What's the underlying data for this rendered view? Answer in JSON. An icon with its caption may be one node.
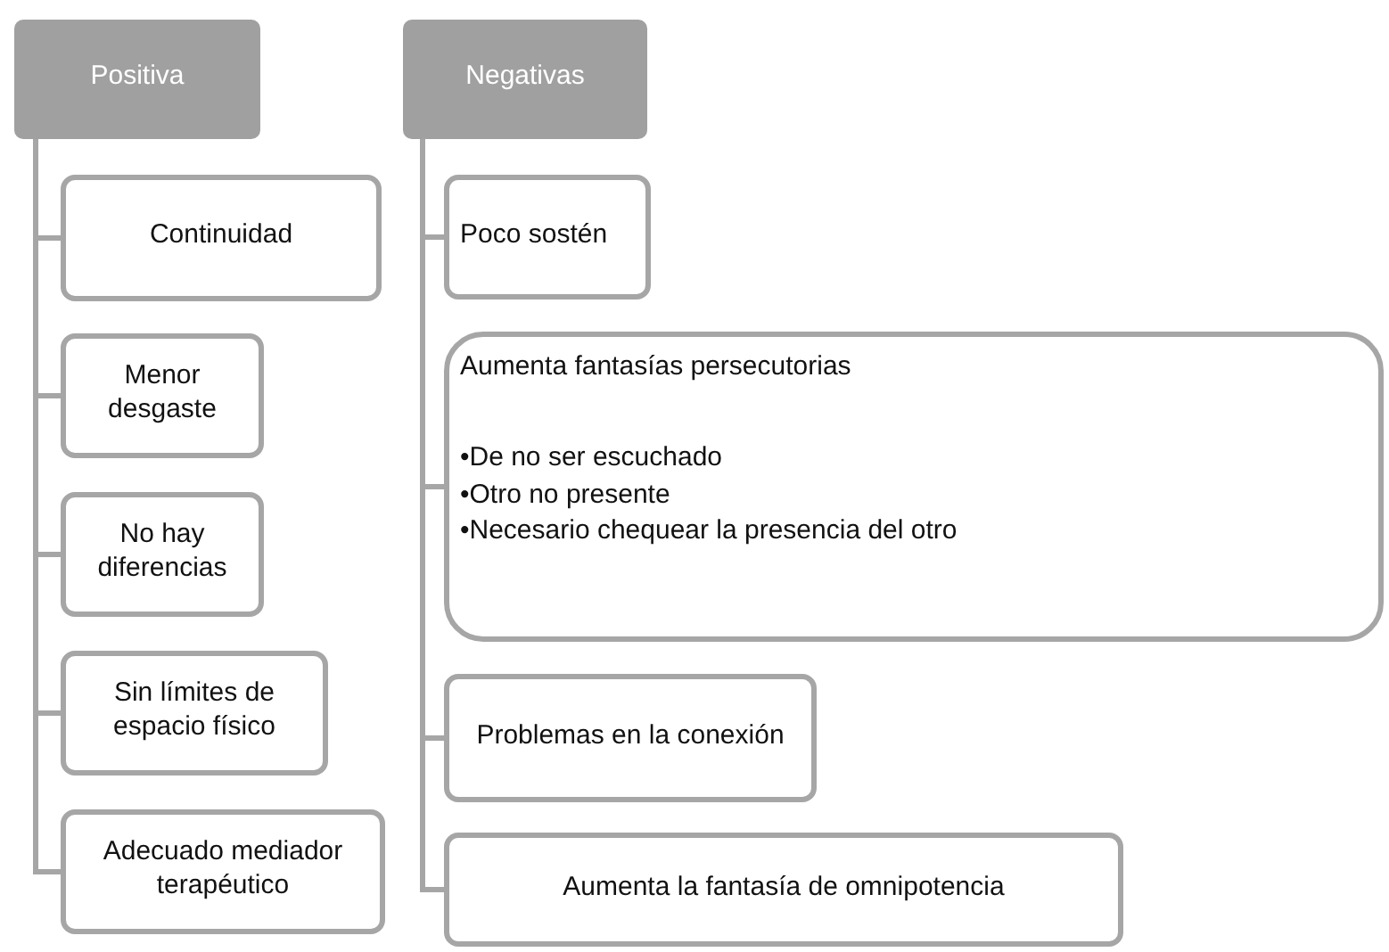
{
  "diagram": {
    "nodes": [
      {
        "text": [
          "Positiva"
        ]
      },
      {
        "text": [
          "Continuidad"
        ]
      },
      {
        "text": [
          "Menor desgaste"
        ]
      },
      {
        "text": [
          "No hay diferencias"
        ]
      },
      {
        "text": [
          "Sin límites de espacio físico"
        ]
      },
      {
        "text": [
          "Adecuado mediador terapéutico"
        ]
      },
      {
        "text": [
          "Negativas"
        ]
      },
      {
        "text": [
          "Poco sostén"
        ]
      },
      {
        "text": [
          "Aumenta fantasías persecutorias",
          "•De no ser escuchado",
          "•Otro no presente",
          "•Necesario chequear la presencia del otro"
        ]
      },
      {
        "text": [
          "Problemas en la conexión"
        ]
      },
      {
        "text": [
          "Aumenta la fantasía de omnipotencia"
        ]
      }
    ],
    "edges": [
      {
        "from": 0,
        "to": 1,
        "arrow": "none"
      },
      {
        "from": 0,
        "to": 2,
        "arrow": "none"
      },
      {
        "from": 0,
        "to": 3,
        "arrow": "none"
      },
      {
        "from": 0,
        "to": 4,
        "arrow": "none"
      },
      {
        "from": 0,
        "to": 5,
        "arrow": "none"
      },
      {
        "from": 6,
        "to": 7,
        "arrow": "none"
      },
      {
        "from": 6,
        "to": 8,
        "arrow": "none"
      },
      {
        "from": 6,
        "to": 9,
        "arrow": "none"
      },
      {
        "from": 6,
        "to": 10,
        "arrow": "none"
      }
    ]
  }
}
